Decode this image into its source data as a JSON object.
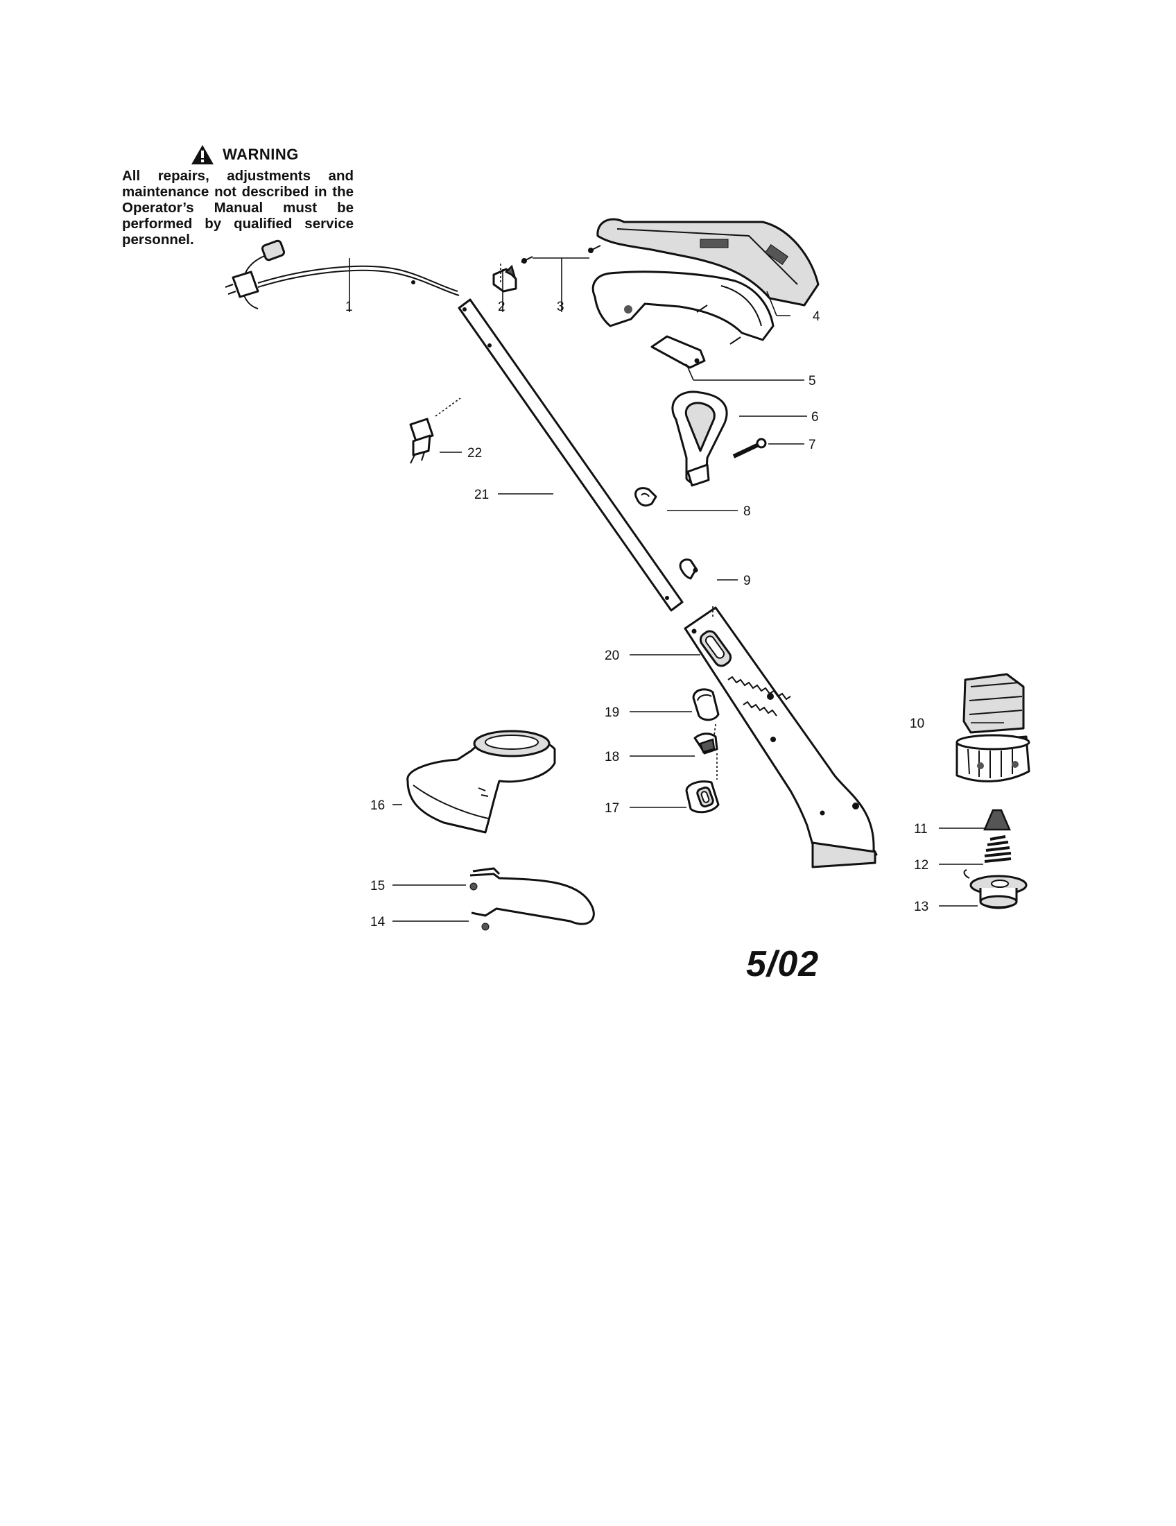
{
  "warning": {
    "title": "WARNING",
    "text": "All repairs, adjustments and maintenance not described in the Operator’s Manual must be performed by qualified service personnel.",
    "icon": "warning-triangle-icon"
  },
  "date_code": "5/02",
  "part_labels": [
    "1",
    "2",
    "3",
    "4",
    "5",
    "6",
    "7",
    "8",
    "9",
    "10",
    "11",
    "12",
    "13",
    "14",
    "15",
    "16",
    "17",
    "18",
    "19",
    "20",
    "21",
    "22"
  ]
}
